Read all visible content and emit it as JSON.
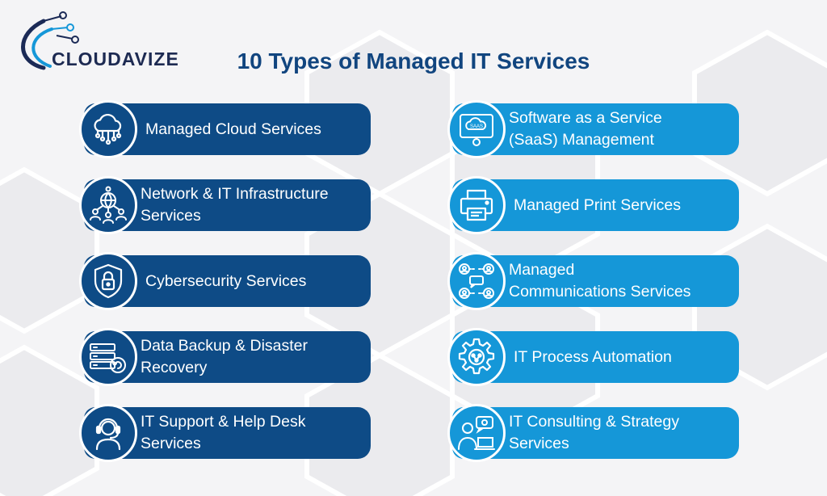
{
  "brand": {
    "name": "CLOUDAVIZE"
  },
  "title": "10 Types of Managed IT Services",
  "colors": {
    "left_card": "#0e4b86",
    "right_card": "#1597d8",
    "title": "#11457f",
    "background": "#f4f4f6"
  },
  "services_left": [
    {
      "label": "Managed Cloud Services",
      "icon": "cloud-network-icon"
    },
    {
      "label": "Network & IT Infrastructure\nServices",
      "icon": "network-globe-icon"
    },
    {
      "label": "Cybersecurity Services",
      "icon": "shield-lock-icon"
    },
    {
      "label": "Data Backup & Disaster\nRecovery",
      "icon": "server-backup-icon"
    },
    {
      "label": "IT Support & Help Desk\nServices",
      "icon": "headset-agent-icon"
    }
  ],
  "services_right": [
    {
      "label": "Software as a Service\n(SaaS) Management",
      "icon": "saas-cloud-icon",
      "icon_text": "SAAS"
    },
    {
      "label": "Managed Print Services",
      "icon": "printer-icon"
    },
    {
      "label": "Managed\nCommunications Services",
      "icon": "communications-users-icon"
    },
    {
      "label": "IT Process Automation",
      "icon": "gear-automation-icon"
    },
    {
      "label": "IT Consulting & Strategy\nServices",
      "icon": "consultant-laptop-icon"
    }
  ]
}
